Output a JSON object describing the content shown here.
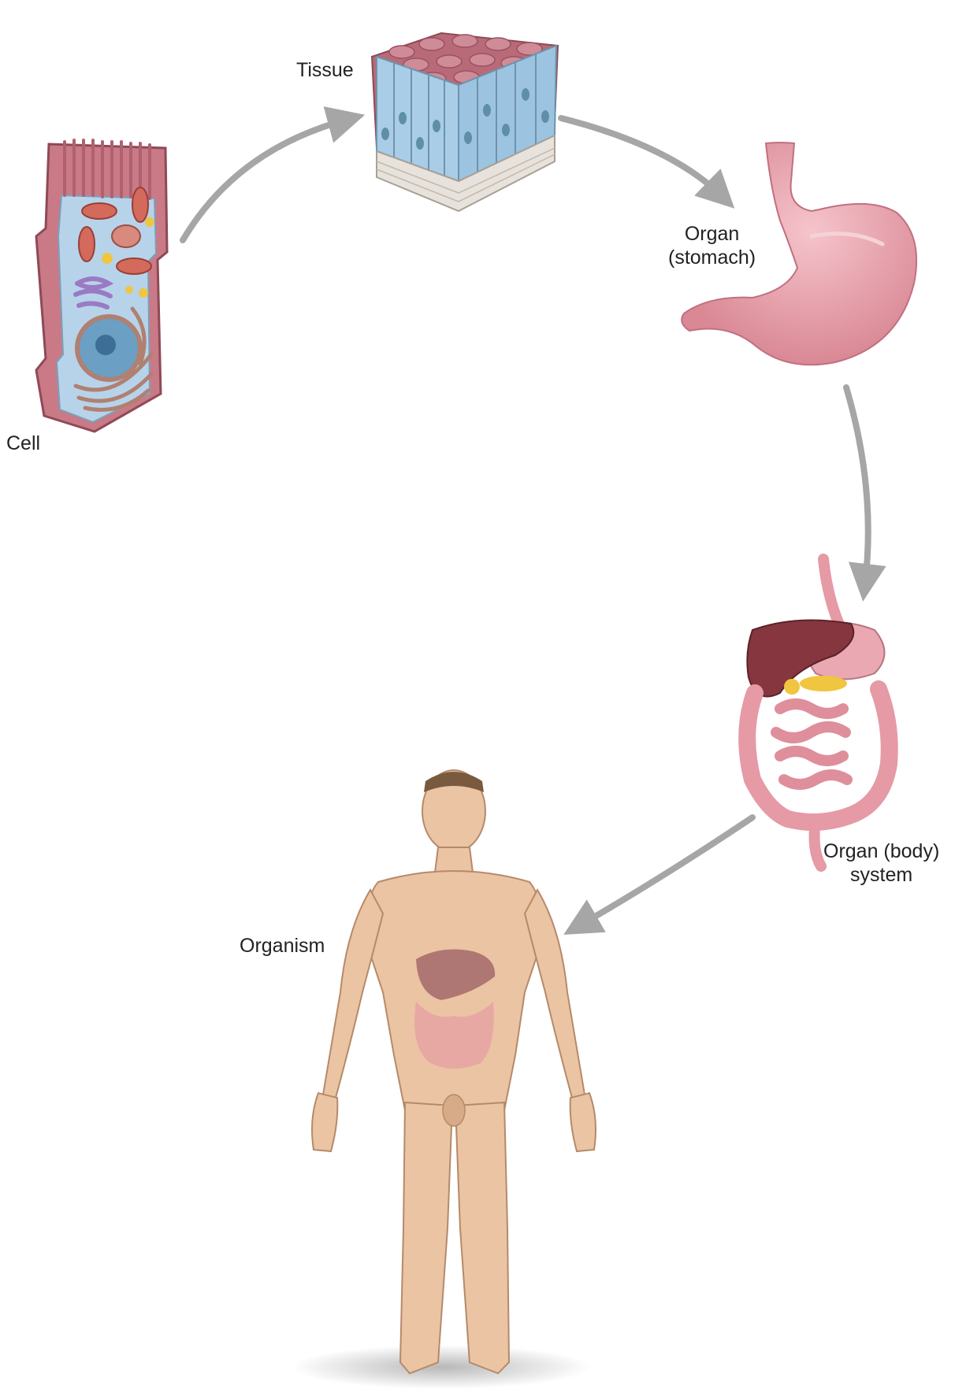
{
  "diagram": {
    "stages": [
      {
        "id": "cell",
        "label_lines": [
          "Cell"
        ]
      },
      {
        "id": "tissue",
        "label_lines": [
          "Tissue"
        ]
      },
      {
        "id": "organ",
        "label_lines": [
          "Organ",
          "(stomach)"
        ]
      },
      {
        "id": "system",
        "label_lines": [
          "Organ (body)",
          "system"
        ]
      },
      {
        "id": "organism",
        "label_lines": [
          "Organism"
        ]
      }
    ],
    "flow": [
      "cell",
      "tissue",
      "organ",
      "system",
      "organism"
    ]
  },
  "colors": {
    "arrow": "#a6a6a6",
    "cell_membrane": "#c97a86",
    "cytoplasm": "#b7d3ea",
    "tissue_cells": "#a9cde6",
    "stomach": "#eba5b0",
    "liver": "#86363f",
    "intestine": "#e59aa5",
    "skin": "#ebc4a3"
  },
  "icons": [
    "cell-illustration",
    "tissue-illustration",
    "stomach-illustration",
    "digestive-system-illustration",
    "human-body-illustration"
  ]
}
